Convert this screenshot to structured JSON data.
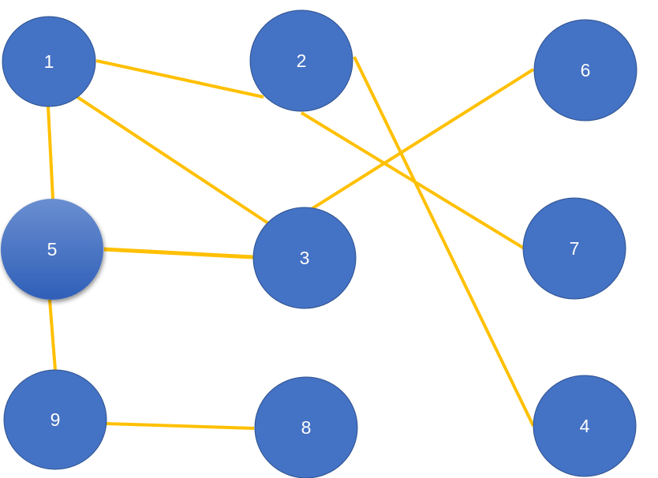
{
  "graph": {
    "node_color": "#4472C4",
    "node_border": "#2F528F",
    "edge_color": "#FFC000",
    "label_color": "#FFFFFF",
    "highlighted_node": "5",
    "nodes": [
      {
        "id": "1",
        "label": "1"
      },
      {
        "id": "2",
        "label": "2"
      },
      {
        "id": "3",
        "label": "3"
      },
      {
        "id": "4",
        "label": "4"
      },
      {
        "id": "5",
        "label": "5"
      },
      {
        "id": "6",
        "label": "6"
      },
      {
        "id": "7",
        "label": "7"
      },
      {
        "id": "8",
        "label": "8"
      },
      {
        "id": "9",
        "label": "9"
      }
    ],
    "edges": [
      {
        "from": "1",
        "to": "2"
      },
      {
        "from": "1",
        "to": "3"
      },
      {
        "from": "1",
        "to": "5"
      },
      {
        "from": "2",
        "to": "7"
      },
      {
        "from": "2",
        "to": "4"
      },
      {
        "from": "3",
        "to": "6"
      },
      {
        "from": "5",
        "to": "3"
      },
      {
        "from": "5",
        "to": "9"
      },
      {
        "from": "9",
        "to": "8"
      }
    ]
  }
}
